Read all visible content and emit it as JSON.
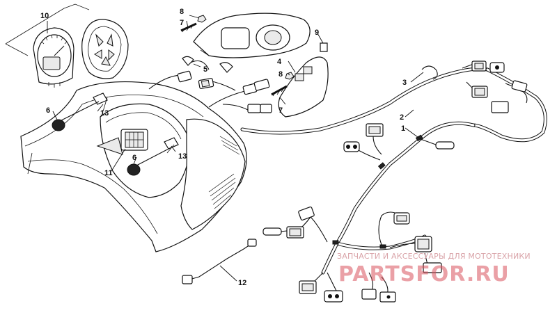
{
  "callouts": {
    "c1": "1",
    "c2": "2",
    "c3": "3",
    "c4": "4",
    "c5": "5",
    "c6a": "6",
    "c6b": "6",
    "c7a": "7",
    "c7b": "7",
    "c8a": "8",
    "c8b": "8",
    "c9": "9",
    "c10": "10",
    "c11": "11",
    "c12": "12",
    "c13a": "13",
    "c13b": "13"
  },
  "watermark": {
    "tagline": "ЗАПЧАСТИ И АКСЕССУАРЫ ДЛЯ МОТОТЕХНИКИ",
    "brand": "PARTSFOR.RU"
  },
  "colors": {
    "line": "#111111",
    "watermark": "#d9535f",
    "background": "#ffffff"
  }
}
